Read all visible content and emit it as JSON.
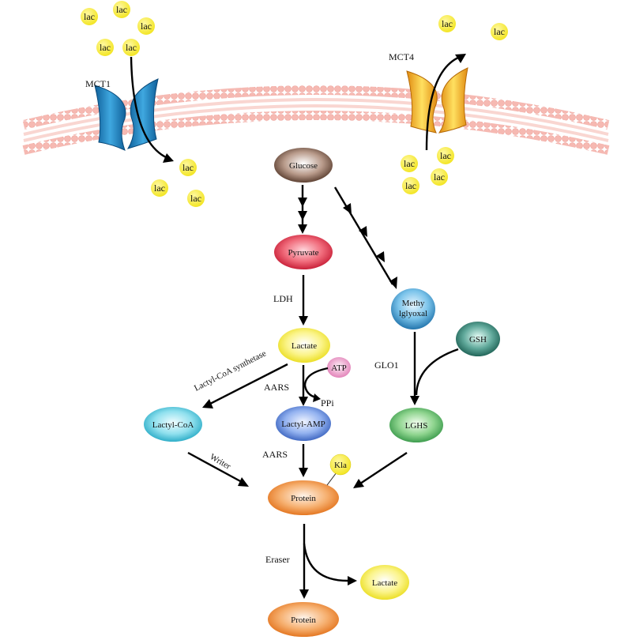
{
  "transporters": {
    "mct1": {
      "label": "MCT1",
      "color": "#1b86c4"
    },
    "mct4": {
      "label": "MCT4",
      "color": "#f2b51e"
    }
  },
  "lac_label": "lac",
  "colors": {
    "lac": "#f2e41c",
    "membrane": "#f6b9b2",
    "glucose": "#6b4a3a",
    "pyruvate": "#d8263a",
    "lactate": "#f3e722",
    "methylglyoxal": "#2f8fc9",
    "gsh": "#1e6a5c",
    "lghs": "#3aa44a",
    "lactyl_coa": "#2bb3cf",
    "lactyl_amp": "#3f6fc9",
    "protein": "#e9801e",
    "atp": "#e48ac0",
    "kla": "#f3e722"
  },
  "nodes": {
    "glucose": "Glucose",
    "pyruvate": "Pyruvate",
    "lactate": "Lactate",
    "methylglyoxal_line1": "Methy",
    "methylglyoxal_line2": "lglyoxal",
    "gsh": "GSH",
    "lghs": "LGHS",
    "lactyl_coa": "Lactyl-CoA",
    "lactyl_amp": "Lactyl-AMP",
    "atp": "ATP",
    "kla": "Kla",
    "protein": "Protein",
    "lactate_out": "Lactate",
    "protein_final": "Protein"
  },
  "labels": {
    "ldh": "LDH",
    "glo1": "GLO1",
    "lactyl_coa_synthetase": "Lactyl-CoA synthetase",
    "aars_1": "AARS",
    "ppi": "PPi",
    "aars_2": "AARS",
    "writer": "Writer",
    "eraser": "Eraser"
  }
}
